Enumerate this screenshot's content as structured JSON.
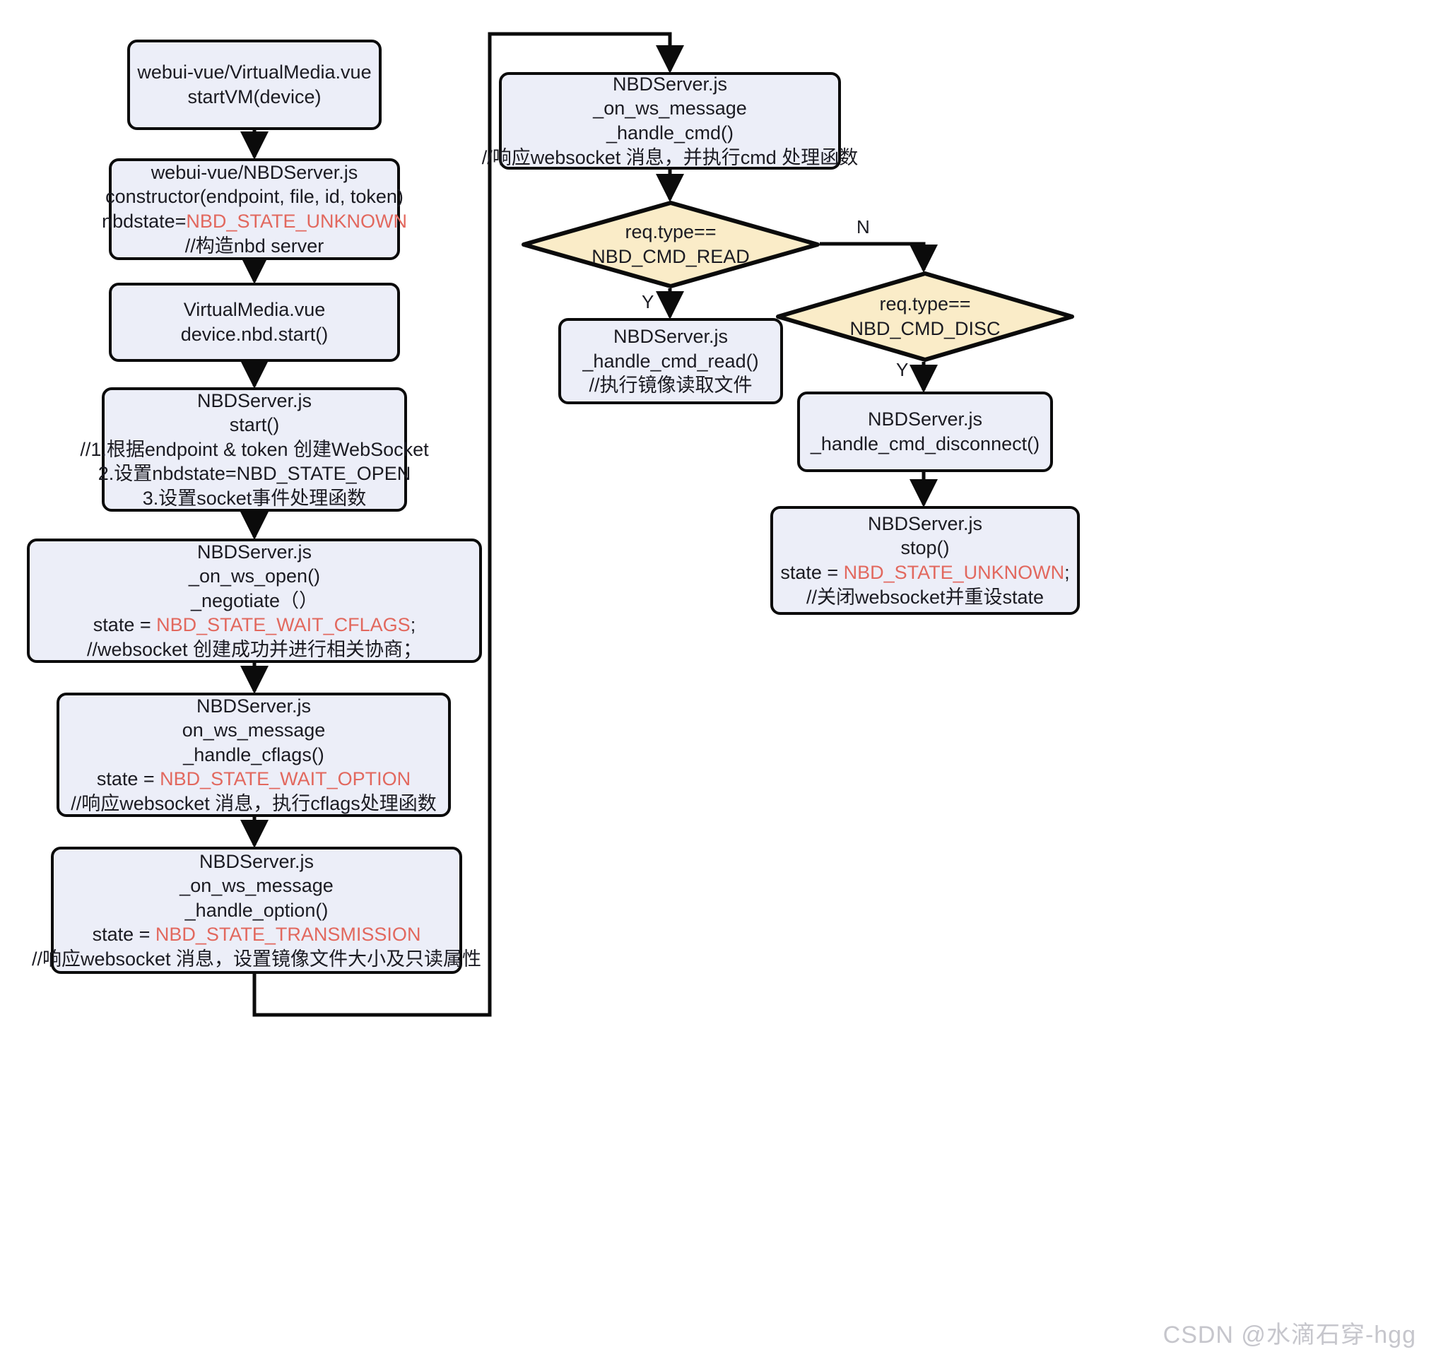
{
  "diagram": {
    "title": "NBD WebSocket Virtual Media Flow",
    "colors": {
      "process_fill": "#eceef8",
      "decision_fill": "#faecc8",
      "stroke": "#0b0b0b",
      "text": "#1b1b22",
      "state_value": "#e2685e",
      "watermark": "#c6c6cc",
      "background": "#ffffff"
    },
    "nodes": [
      {
        "id": "start-vm",
        "shape": "process",
        "lines": [
          {
            "text": "webui-vue/VirtualMedia.vue"
          },
          {
            "text": "startVM(device)"
          }
        ]
      },
      {
        "id": "nbd-constructor",
        "shape": "process",
        "lines": [
          {
            "text": "webui-vue/NBDServer.js"
          },
          {
            "text": "constructor(endpoint, file, id, token)"
          },
          {
            "prefix": "nbdstate=",
            "value": "NBD_STATE_UNKNOWN"
          },
          {
            "text": "//构造nbd server"
          }
        ]
      },
      {
        "id": "device-nbd-start",
        "shape": "process",
        "lines": [
          {
            "text": "VirtualMedia.vue"
          },
          {
            "text": "device.nbd.start()"
          }
        ]
      },
      {
        "id": "nbd-start",
        "shape": "process",
        "lines": [
          {
            "text": "NBDServer.js"
          },
          {
            "text": "start()"
          },
          {
            "text": "//1.根据endpoint & token 创建WebSocket"
          },
          {
            "text": "2.设置nbdstate=NBD_STATE_OPEN"
          },
          {
            "text": "3.设置socket事件处理函数"
          }
        ]
      },
      {
        "id": "on-ws-open",
        "shape": "process",
        "lines": [
          {
            "text": "NBDServer.js"
          },
          {
            "text": "_on_ws_open()"
          },
          {
            "text": "_negotiate（）"
          },
          {
            "prefix": "state = ",
            "value": "NBD_STATE_WAIT_CFLAGS",
            "suffix": ";"
          },
          {
            "text": "//websocket 创建成功并进行相关协商；"
          }
        ]
      },
      {
        "id": "handle-cflags",
        "shape": "process",
        "lines": [
          {
            "text": "NBDServer.js"
          },
          {
            "text": "on_ws_message"
          },
          {
            "text": "_handle_cflags()"
          },
          {
            "prefix": "state = ",
            "value": "NBD_STATE_WAIT_OPTION"
          },
          {
            "text": "//响应websocket 消息，执行cflags处理函数"
          }
        ]
      },
      {
        "id": "handle-option",
        "shape": "process",
        "lines": [
          {
            "text": "NBDServer.js"
          },
          {
            "text": "_on_ws_message"
          },
          {
            "text": "_handle_option()"
          },
          {
            "prefix": "state = ",
            "value": "NBD_STATE_TRANSMISSION"
          },
          {
            "text": "//响应websocket 消息，设置镜像文件大小及只读属性"
          }
        ]
      },
      {
        "id": "handle-cmd",
        "shape": "process",
        "lines": [
          {
            "text": "NBDServer.js"
          },
          {
            "text": "_on_ws_message"
          },
          {
            "text": "_handle_cmd()"
          },
          {
            "text": "//响应websocket 消息，并执行cmd 处理函数"
          }
        ]
      },
      {
        "id": "decision-read",
        "shape": "decision",
        "lines": [
          {
            "text": "req.type=="
          },
          {
            "text": "NBD_CMD_READ"
          }
        ]
      },
      {
        "id": "decision-disc",
        "shape": "decision",
        "lines": [
          {
            "text": "req.type=="
          },
          {
            "text": "NBD_CMD_DISC"
          }
        ]
      },
      {
        "id": "handle-cmd-read",
        "shape": "process",
        "lines": [
          {
            "text": "NBDServer.js"
          },
          {
            "text": "_handle_cmd_read()"
          },
          {
            "text": "//执行镜像读取文件"
          }
        ]
      },
      {
        "id": "handle-cmd-disconnect",
        "shape": "process",
        "lines": [
          {
            "text": "NBDServer.js"
          },
          {
            "text": "_handle_cmd_disconnect()"
          }
        ]
      },
      {
        "id": "nbd-stop",
        "shape": "process",
        "lines": [
          {
            "text": "NBDServer.js"
          },
          {
            "text": "stop()"
          },
          {
            "prefix": "state = ",
            "value": "NBD_STATE_UNKNOWN",
            "suffix": ";"
          },
          {
            "text": "//关闭websocket并重设state"
          }
        ]
      }
    ],
    "edge_labels": {
      "read_yes": "Y",
      "read_no": "N",
      "disc_yes": "Y"
    },
    "watermark": "CSDN @水滴石穿-hgg"
  }
}
